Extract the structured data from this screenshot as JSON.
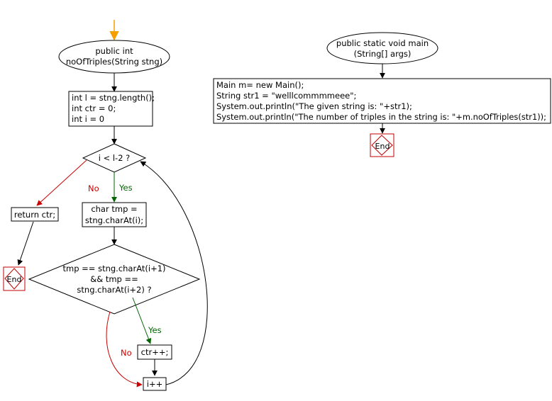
{
  "flow1": {
    "start": [
      "public int",
      "noOfTriples(String stng)"
    ],
    "init": [
      "int l = stng.length();",
      "int ctr = 0;",
      "int i = 0"
    ],
    "loop_cond": "i < l-2 ?",
    "yes": "Yes",
    "no": "No",
    "return": "return ctr;",
    "end": "End",
    "assign": [
      "char tmp =",
      "stng.charAt(i);"
    ],
    "cond2": [
      "tmp == stng.charAt(i+1)",
      "&& tmp ==",
      "stng.charAt(i+2) ?"
    ],
    "yes2": "Yes",
    "no2": "No",
    "incr_ctr": "ctr++;",
    "incr_i": "i++"
  },
  "flow2": {
    "start": [
      "public static void main",
      "(String[] args)"
    ],
    "body": [
      "Main m= new Main();",
      "String str1 = \"welllcommmmeee\";",
      "System.out.println(\"The given string is: \"+str1);",
      "System.out.println(\"The number of triples in the string is: \"+m.noOfTriples(str1));"
    ],
    "end": "End"
  },
  "colors": {
    "start_arrow": "#f5a000",
    "yes": "#006400",
    "no": "#cc0000",
    "end_box": "#c00000",
    "line": "#000000"
  }
}
